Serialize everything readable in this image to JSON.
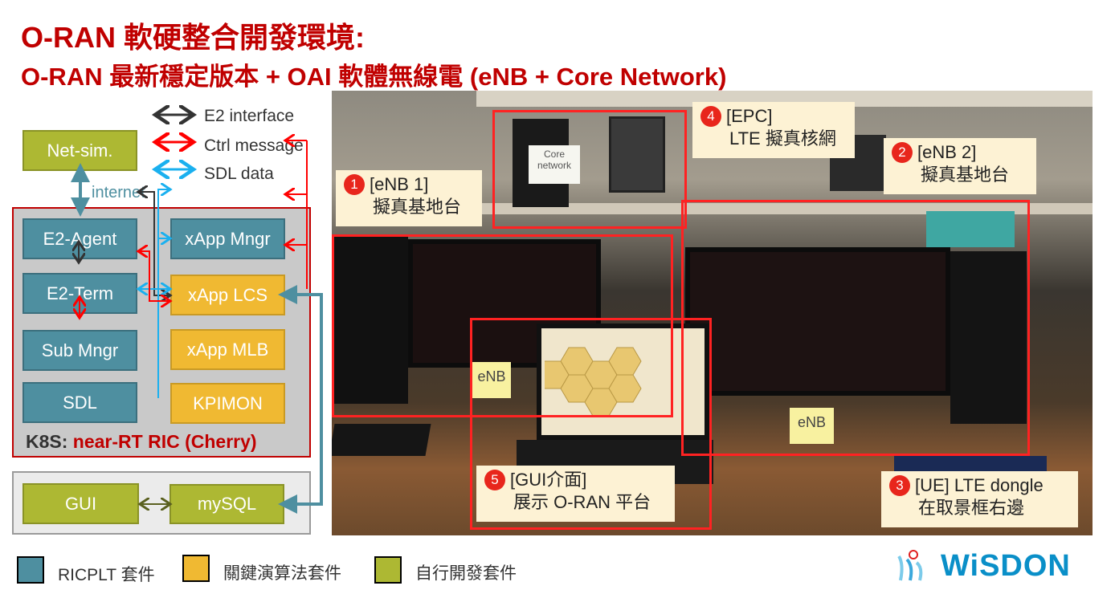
{
  "title": {
    "line1": "O-RAN 軟硬整合開發環境:",
    "line2": "O-RAN 最新穩定版本 + OAI 軟體無線電 (eNB + Core Network)"
  },
  "legend": {
    "e2": "E2 interface",
    "ctrl": "Ctrl message",
    "sdl": "SDL data"
  },
  "diagram": {
    "netsim": "Net-sim.",
    "internet": "internet",
    "e2agent": "E2-Agent",
    "e2term": "E2-Term",
    "submngr": "Sub Mngr",
    "sdl": "SDL",
    "xappmngr": "xApp Mngr",
    "xapplcs": "xApp LCS",
    "xappmlb": "xApp MLB",
    "kpimon": "KPIMON",
    "k8s_prefix": "K8S:",
    "k8s_name": "near-RT RIC (Cherry)",
    "gui": "GUI",
    "mysql": "mySQL"
  },
  "photo": {
    "callouts": [
      {
        "num": "1",
        "title": "[eNB 1]",
        "sub": "擬真基地台"
      },
      {
        "num": "4",
        "title": "[EPC]",
        "sub": "LTE 擬真核網"
      },
      {
        "num": "2",
        "title": "[eNB 2]",
        "sub": "擬真基地台"
      },
      {
        "num": "5",
        "title": "[GUI介面]",
        "sub": "展示 O-RAN 平台"
      },
      {
        "num": "3",
        "title": "[UE] LTE dongle",
        "sub": "在取景框右邊"
      }
    ],
    "labels": {
      "core": "Core network",
      "enb1": "eNB",
      "enb2": "eNB"
    }
  },
  "bottom_legend": {
    "ricplt": "RICPLT 套件",
    "algo": "關鍵演算法套件",
    "self": "自行開發套件"
  },
  "logo": "WiSDON",
  "colors": {
    "teal": "#4e8fa0",
    "yellow": "#f0b932",
    "green": "#adb833",
    "red": "#c00000"
  }
}
